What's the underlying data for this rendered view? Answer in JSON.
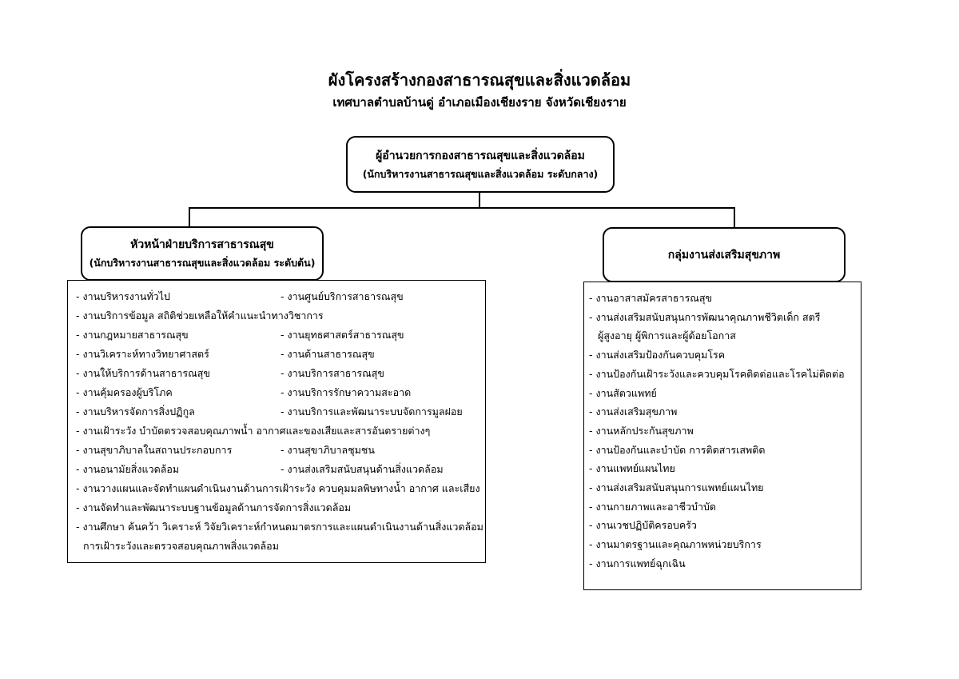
{
  "header": {
    "title": "ผังโครงสร้างกองสาธารณสุขและสิ่งแวดล้อม",
    "subtitle": "เทศบาลตำบลบ้านดู่ อำเภอเมืองเชียงราย จังหวัดเชียงราย"
  },
  "top_box": {
    "title": "ผู้อำนวยการกองสาธารณสุขและสิ่งแวดล้อม",
    "subtitle": "(นักบริหารงานสาธารณสุขและสิ่งแวดล้อม ระดับกลาง)"
  },
  "left_box": {
    "title": "หัวหน้าฝ่ายบริการสาธารณสุข",
    "subtitle": "(นักบริหารงานสาธารณสุขและสิ่งแวดล้อม ระดับต้น)",
    "items": [
      {
        "text": "- งานบริหารงานทั่วไป",
        "col": 0,
        "row": 0
      },
      {
        "text": "- งานศูนย์บริการสาธารณสุข",
        "col": 1,
        "row": 0
      },
      {
        "text": "- งานบริการข้อมูล สถิติช่วยเหลือให้คำแนะนำทางวิชาการ",
        "col": 0,
        "row": 1
      },
      {
        "text": "- งานกฎหมายสาธารณสุข",
        "col": 0,
        "row": 2
      },
      {
        "text": "- งานยุทธศาสตร์สาธารณสุข",
        "col": 1,
        "row": 2
      },
      {
        "text": "- งานวิเคราะห์ทางวิทยาศาสตร์",
        "col": 0,
        "row": 3
      },
      {
        "text": "- งานด้านสาธารณสุข",
        "col": 1,
        "row": 3
      },
      {
        "text": "- งานให้บริการด้านสาธารณสุข",
        "col": 0,
        "row": 4
      },
      {
        "text": "- งานบริการสาธารณสุข",
        "col": 1,
        "row": 4
      },
      {
        "text": "- งานคุ้มครองผู้บริโภค",
        "col": 0,
        "row": 5
      },
      {
        "text": "- งานบริการรักษาความสะอาด",
        "col": 1,
        "row": 5
      },
      {
        "text": "- งานบริหารจัดการสิ่งปฏิกูล",
        "col": 0,
        "row": 6
      },
      {
        "text": "- งานบริการและพัฒนาระบบจัดการมูลฝอย",
        "col": 1,
        "row": 6
      },
      {
        "text": "- งานเฝ้าระวัง บำบัดตรวจสอบคุณภาพน้ำ อากาศและของเสียและสารอันตรายต่างๆ",
        "col": 0,
        "row": 7
      },
      {
        "text": "- งานสุขาภิบาลในสถานประกอบการ",
        "col": 0,
        "row": 8
      },
      {
        "text": "- งานสุขาภิบาลชุมชน",
        "col": 1,
        "row": 8
      },
      {
        "text": "- งานอนามัยสิ่งแวดล้อม",
        "col": 0,
        "row": 9
      },
      {
        "text": "- งานส่งเสริมสนับสนุนด้านสิ่งแวดล้อม",
        "col": 1,
        "row": 9
      },
      {
        "text": "- งานวางแผนและจัดทำแผนดำเนินงานด้านการเฝ้าระวัง ควบคุมมลพิษทางน้ำ อากาศ และเสียง",
        "col": 0,
        "row": 10
      },
      {
        "text": "- งานจัดทำและพัฒนาระบบฐานข้อมูลด้านการจัดการสิ่งแวดล้อม",
        "col": 0,
        "row": 11
      },
      {
        "text": "- งานศึกษา ค้นคว้า วิเคราะห์ วิจัยวิเคราะห์กำหนดมาตรการและแผนดำเนินงานด้านสิ่งแวดล้อม",
        "col": 0,
        "row": 12
      },
      {
        "text": "การเฝ้าระวังและตรวจสอบคุณภาพสิ่งแวดล้อม",
        "col": 2,
        "row": 13
      }
    ]
  },
  "right_box": {
    "title": "กลุ่มงานส่งเสริมสุขภาพ",
    "items": [
      "- งานอาสาสมัครสาธารณสุข",
      "- งานส่งเสริมสนับสนุนการพัฒนาคุณภาพชีวิตเด็ก สตรี",
      "ผู้สูงอายุ ผู้พิการและผู้ด้อยโอกาส",
      "- งานส่งเสริมป้องกันควบคุมโรค",
      "- งานป้องกันเฝ้าระวังและควบคุมโรคติดต่อและโรคไม่ติดต่อ",
      "- งานสัตวแพทย์",
      "- งานส่งเสริมสุขภาพ",
      "- งานหลักประกันสุขภาพ",
      "- งานป้องกันและบำบัด การติดสารเสพติด",
      "- งานแพทย์แผนไทย",
      "- งานส่งเสริมสนับสนุนการแพทย์แผนไทย",
      "- งานกายภาพและอาชีวบำบัด",
      "- งานเวชปฏิบัติครอบครัว",
      "- งานมาตรฐานและคุณภาพหน่วยบริการ",
      "- งานการแพทย์ฉุกเฉิน"
    ]
  }
}
